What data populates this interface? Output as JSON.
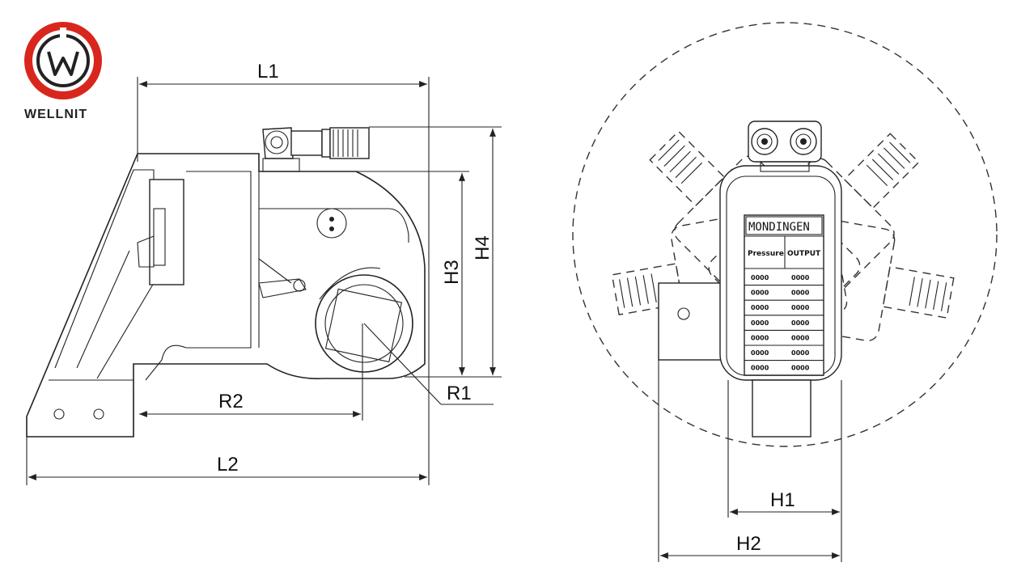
{
  "brand": {
    "name": "WELLNIT",
    "colors": {
      "ring": "#d9261c",
      "ink": "#222222"
    }
  },
  "dimensions": {
    "L1": "L1",
    "L2": "L2",
    "R1": "R1",
    "R2": "R2",
    "H1": "H1",
    "H2": "H2",
    "H3": "H3",
    "H4": "H4"
  },
  "gauge_panel": {
    "title": "MONDINGEN",
    "header_pressure": "Pressure",
    "header_output": "OUTPUT",
    "rows": [
      [
        "0000",
        "0000"
      ],
      [
        "0000",
        "0000"
      ],
      [
        "0000",
        "0000"
      ],
      [
        "0000",
        "0000"
      ],
      [
        "0000",
        "0000"
      ],
      [
        "0000",
        "0000"
      ],
      [
        "0000",
        "0000"
      ]
    ]
  }
}
